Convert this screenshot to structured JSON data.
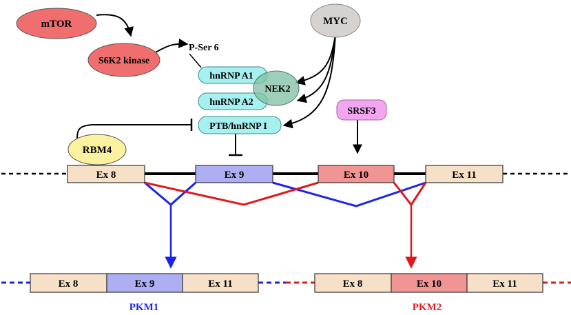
{
  "diagram": {
    "regulators": {
      "mtor": "mTOR",
      "s6k2": "S6K2 kinase",
      "pser6": "P-Ser 6",
      "myc": "MYC",
      "hnrnpa1": "hnRNP A1",
      "hnrnpa2": "hnRNP A2",
      "nek2": "NEK2",
      "ptb": "PTB/hnRNP I",
      "srsf3": "SRSF3",
      "rbm4": "RBM4"
    },
    "gene_exons": [
      "Ex 8",
      "Ex 9",
      "Ex 10",
      "Ex 11"
    ],
    "pkm1": {
      "label": "PKM1",
      "exons": [
        "Ex 8",
        "Ex 9",
        "Ex 11"
      ]
    },
    "pkm2": {
      "label": "PKM2",
      "exons": [
        "Ex 8",
        "Ex 10",
        "Ex 11"
      ]
    },
    "colors": {
      "mtor": "#f06e6e",
      "s6k2": "#f06e6e",
      "myc": "#d6d2cf",
      "hnrnp": "#a6f0f0",
      "nek2": "#7fbfa0",
      "srsf3": "#f2a6f0",
      "rbm4": "#fbf2a0",
      "exon_const": "#f7e0c8",
      "exon9": "#aeaef2",
      "exon10": "#f09494",
      "pkm1": "#1a24e8",
      "pkm2": "#e01a1a"
    }
  }
}
